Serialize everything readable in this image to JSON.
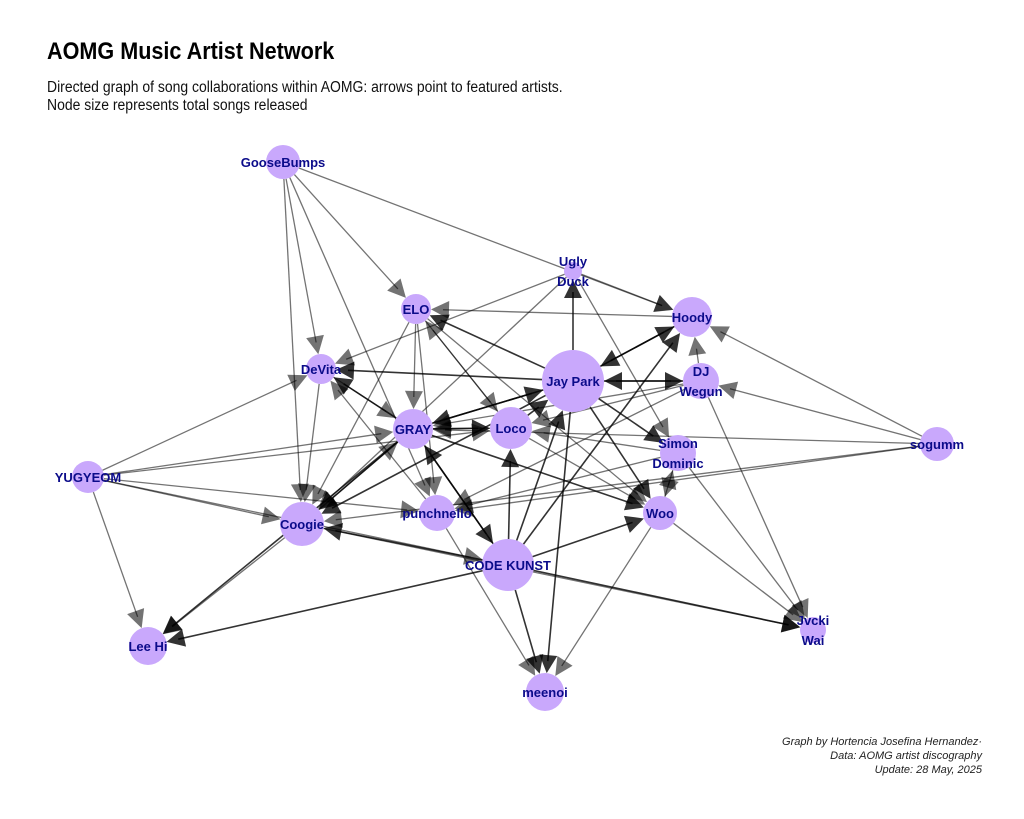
{
  "title": "AOMG Music Artist Network",
  "subtitle_lines": [
    "Directed graph of song collaborations within AOMG: arrows point to featured artists.",
    "Node size represents total songs released"
  ],
  "caption_lines": [
    "Graph by Hortencia Josefina Hernandez·",
    "Data: AOMG artist discography",
    "Update: 28 May, 2025"
  ],
  "colors": {
    "node": "#c9a8fc",
    "label": "#0b0b8a",
    "edge": "#000000"
  },
  "chart_data": {
    "type": "network",
    "directed": true,
    "nodes": [
      {
        "lines": [
          "GooseBumps"
        ]
      },
      {
        "lines": [
          "Ugly",
          "Duck"
        ]
      },
      {
        "lines": [
          "ELO"
        ]
      },
      {
        "lines": [
          "Hoody"
        ]
      },
      {
        "lines": [
          "DeVita"
        ]
      },
      {
        "lines": [
          "Jay Park"
        ]
      },
      {
        "lines": [
          "DJ",
          "Wegun"
        ]
      },
      {
        "lines": [
          "GRAY"
        ]
      },
      {
        "lines": [
          "Loco"
        ]
      },
      {
        "lines": [
          "sogumm"
        ]
      },
      {
        "lines": [
          "Simon",
          "Dominic"
        ]
      },
      {
        "lines": [
          "YUGYEOM"
        ]
      },
      {
        "lines": [
          "Coogie"
        ]
      },
      {
        "lines": [
          "punchnello"
        ]
      },
      {
        "lines": [
          "Woo"
        ]
      },
      {
        "lines": [
          "CODE KUNST"
        ]
      },
      {
        "lines": [
          "Jvcki",
          "Wai"
        ]
      },
      {
        "lines": [
          "Lee Hi"
        ]
      },
      {
        "lines": [
          "meenoi"
        ]
      }
    ],
    "edges": [
      [
        0,
        2
      ],
      [
        0,
        4
      ],
      [
        0,
        12
      ],
      [
        0,
        3
      ],
      [
        0,
        13
      ],
      [
        11,
        4
      ],
      [
        11,
        7
      ],
      [
        11,
        8
      ],
      [
        11,
        12
      ],
      [
        11,
        17
      ],
      [
        11,
        13
      ],
      [
        11,
        15
      ],
      [
        9,
        3
      ],
      [
        9,
        6
      ],
      [
        9,
        12
      ],
      [
        9,
        13
      ],
      [
        9,
        7
      ],
      [
        5,
        1
      ],
      [
        5,
        6
      ],
      [
        5,
        4
      ],
      [
        5,
        7
      ],
      [
        5,
        2
      ],
      [
        5,
        10
      ],
      [
        5,
        14
      ],
      [
        5,
        12
      ],
      [
        5,
        3
      ],
      [
        5,
        18
      ],
      [
        6,
        5
      ],
      [
        6,
        7
      ],
      [
        6,
        8
      ],
      [
        6,
        13
      ],
      [
        6,
        3
      ],
      [
        6,
        16
      ],
      [
        3,
        2
      ],
      [
        3,
        5
      ],
      [
        1,
        4
      ],
      [
        1,
        3
      ],
      [
        1,
        10
      ],
      [
        1,
        12
      ],
      [
        2,
        7
      ],
      [
        2,
        12
      ],
      [
        2,
        8
      ],
      [
        2,
        13
      ],
      [
        2,
        14
      ],
      [
        7,
        8
      ],
      [
        7,
        5
      ],
      [
        7,
        4
      ],
      [
        7,
        17
      ],
      [
        7,
        12
      ],
      [
        7,
        15
      ],
      [
        7,
        14
      ],
      [
        8,
        7
      ],
      [
        8,
        5
      ],
      [
        8,
        2
      ],
      [
        8,
        14
      ],
      [
        15,
        8
      ],
      [
        15,
        5
      ],
      [
        15,
        14
      ],
      [
        15,
        17
      ],
      [
        15,
        16
      ],
      [
        15,
        18
      ],
      [
        15,
        12
      ],
      [
        15,
        7
      ],
      [
        15,
        3
      ],
      [
        14,
        18
      ],
      [
        14,
        10
      ],
      [
        14,
        16
      ],
      [
        10,
        8
      ],
      [
        10,
        14
      ],
      [
        10,
        16
      ],
      [
        10,
        13
      ],
      [
        12,
        17
      ],
      [
        12,
        16
      ],
      [
        12,
        7
      ],
      [
        4,
        12
      ],
      [
        4,
        7
      ],
      [
        13,
        18
      ],
      [
        13,
        4
      ]
    ]
  }
}
